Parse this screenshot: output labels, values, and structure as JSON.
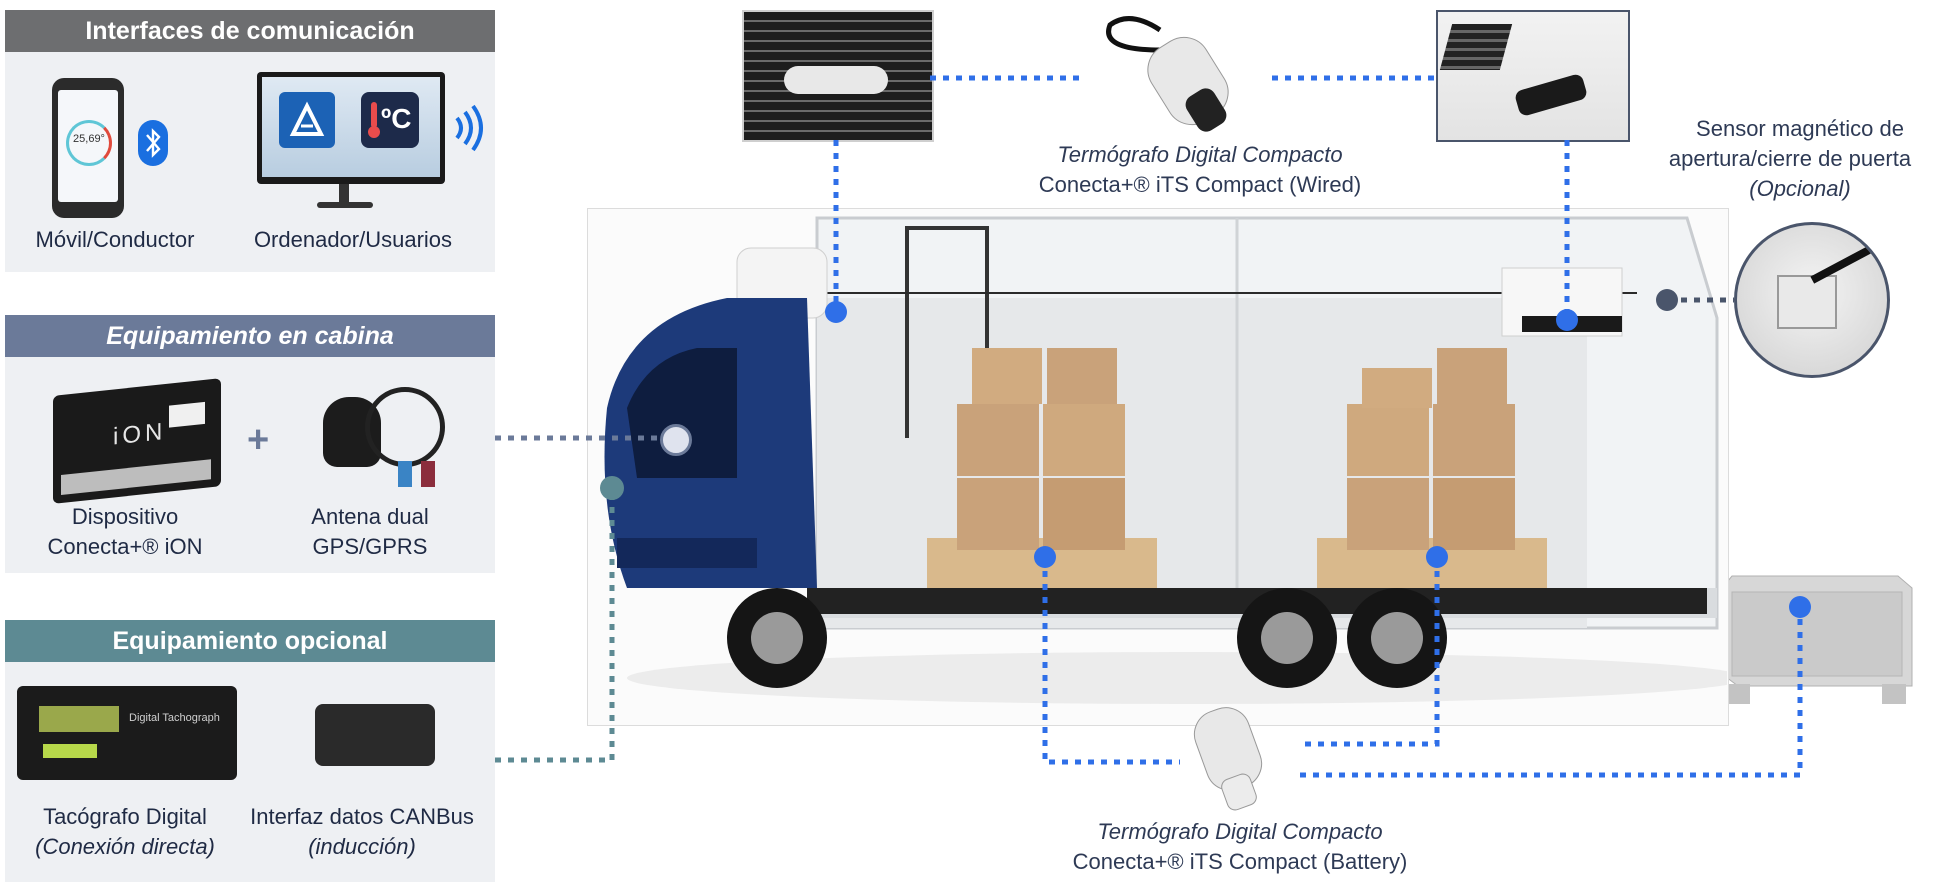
{
  "panels": {
    "communication": {
      "title": "Interfaces de comunicación",
      "header_color": "#6d6e70",
      "phone_reading": "25,69°",
      "temp_icon_text": "ºC",
      "phone_label": "Móvil/Conductor",
      "computer_label": "Ordenador/Usuarios"
    },
    "cabin": {
      "title": "Equipamiento en cabina",
      "header_color": "#6b7a99",
      "device_brand_text": "iON",
      "plus_sign": "+",
      "device_label_line1": "Dispositivo",
      "device_label_line2": "Conecta+® iON",
      "antenna_label_line1": "Antena dual",
      "antenna_label_line2": "GPS/GPRS"
    },
    "optional": {
      "title": "Equipamiento opcional",
      "header_color": "#5d8a93",
      "tacho_screen_text": "Digital Tachograph",
      "tacho_label_line1": "Tacógrafo Digital",
      "tacho_label_line2": "(Conexión directa)",
      "canbus_label_line1": "Interfaz datos CANBus",
      "canbus_label_line2": "(inducción)"
    }
  },
  "thermographs": {
    "wired_line1": "Termógrafo Digital Compacto",
    "wired_line2": "Conecta+® iTS Compact (Wired)",
    "battery_line1": "Termógrafo Digital Compacto",
    "battery_line2": "Conecta+® iTS Compact (Battery)"
  },
  "door_sensor": {
    "line1": "Sensor magnético de",
    "line2": "apertura/cierre de puerta",
    "line3": "(Opcional)"
  },
  "colors": {
    "blue_dot": "#2f6fe8",
    "blue_line": "#2f6fe8",
    "cabin_line": "#6b7a99",
    "optional_line": "#5d8a93",
    "sensor_line": "#4a556b",
    "truck_cab": "#1d3a7a",
    "box_brown": "#c9a27a"
  }
}
